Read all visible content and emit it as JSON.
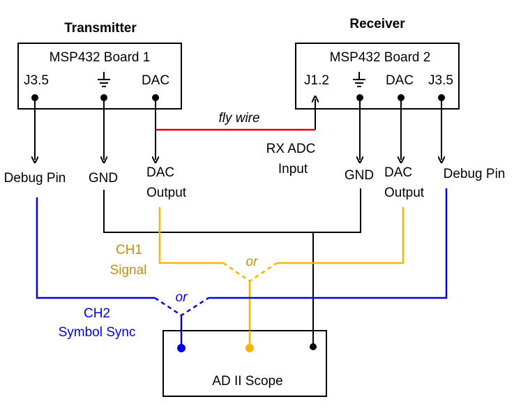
{
  "transmitter": {
    "heading": "Transmitter",
    "board": "MSP432 Board 1",
    "pins": {
      "debug": "J3.5",
      "dac": "DAC"
    },
    "outputs": {
      "debug": "Debug Pin",
      "gnd": "GND",
      "dac_line1": "DAC",
      "dac_line2": "Output"
    }
  },
  "receiver": {
    "heading": "Receiver",
    "board": "MSP432 Board 2",
    "pins": {
      "adc": "J1.2",
      "dac": "DAC",
      "debug": "J3.5"
    },
    "outputs": {
      "gnd": "GND",
      "dac_line1": "DAC",
      "dac_line2": "Output",
      "debug": "Debug Pin"
    },
    "adc_input_line1": "RX ADC",
    "adc_input_line2": "Input"
  },
  "fly_wire_label": "fly wire",
  "ch1": {
    "line1": "CH1",
    "line2": "Signal",
    "or": "or"
  },
  "ch2": {
    "line1": "CH2",
    "line2": "Symbol Sync",
    "or": "or"
  },
  "scope": {
    "label": "AD II Scope"
  },
  "colors": {
    "wire": "#000000",
    "fly_wire": "#e00000",
    "ch1": "#f4b400",
    "ch1_text": "#c0900a",
    "ch2": "#0000e6",
    "ch2_text": "#0000e6"
  }
}
